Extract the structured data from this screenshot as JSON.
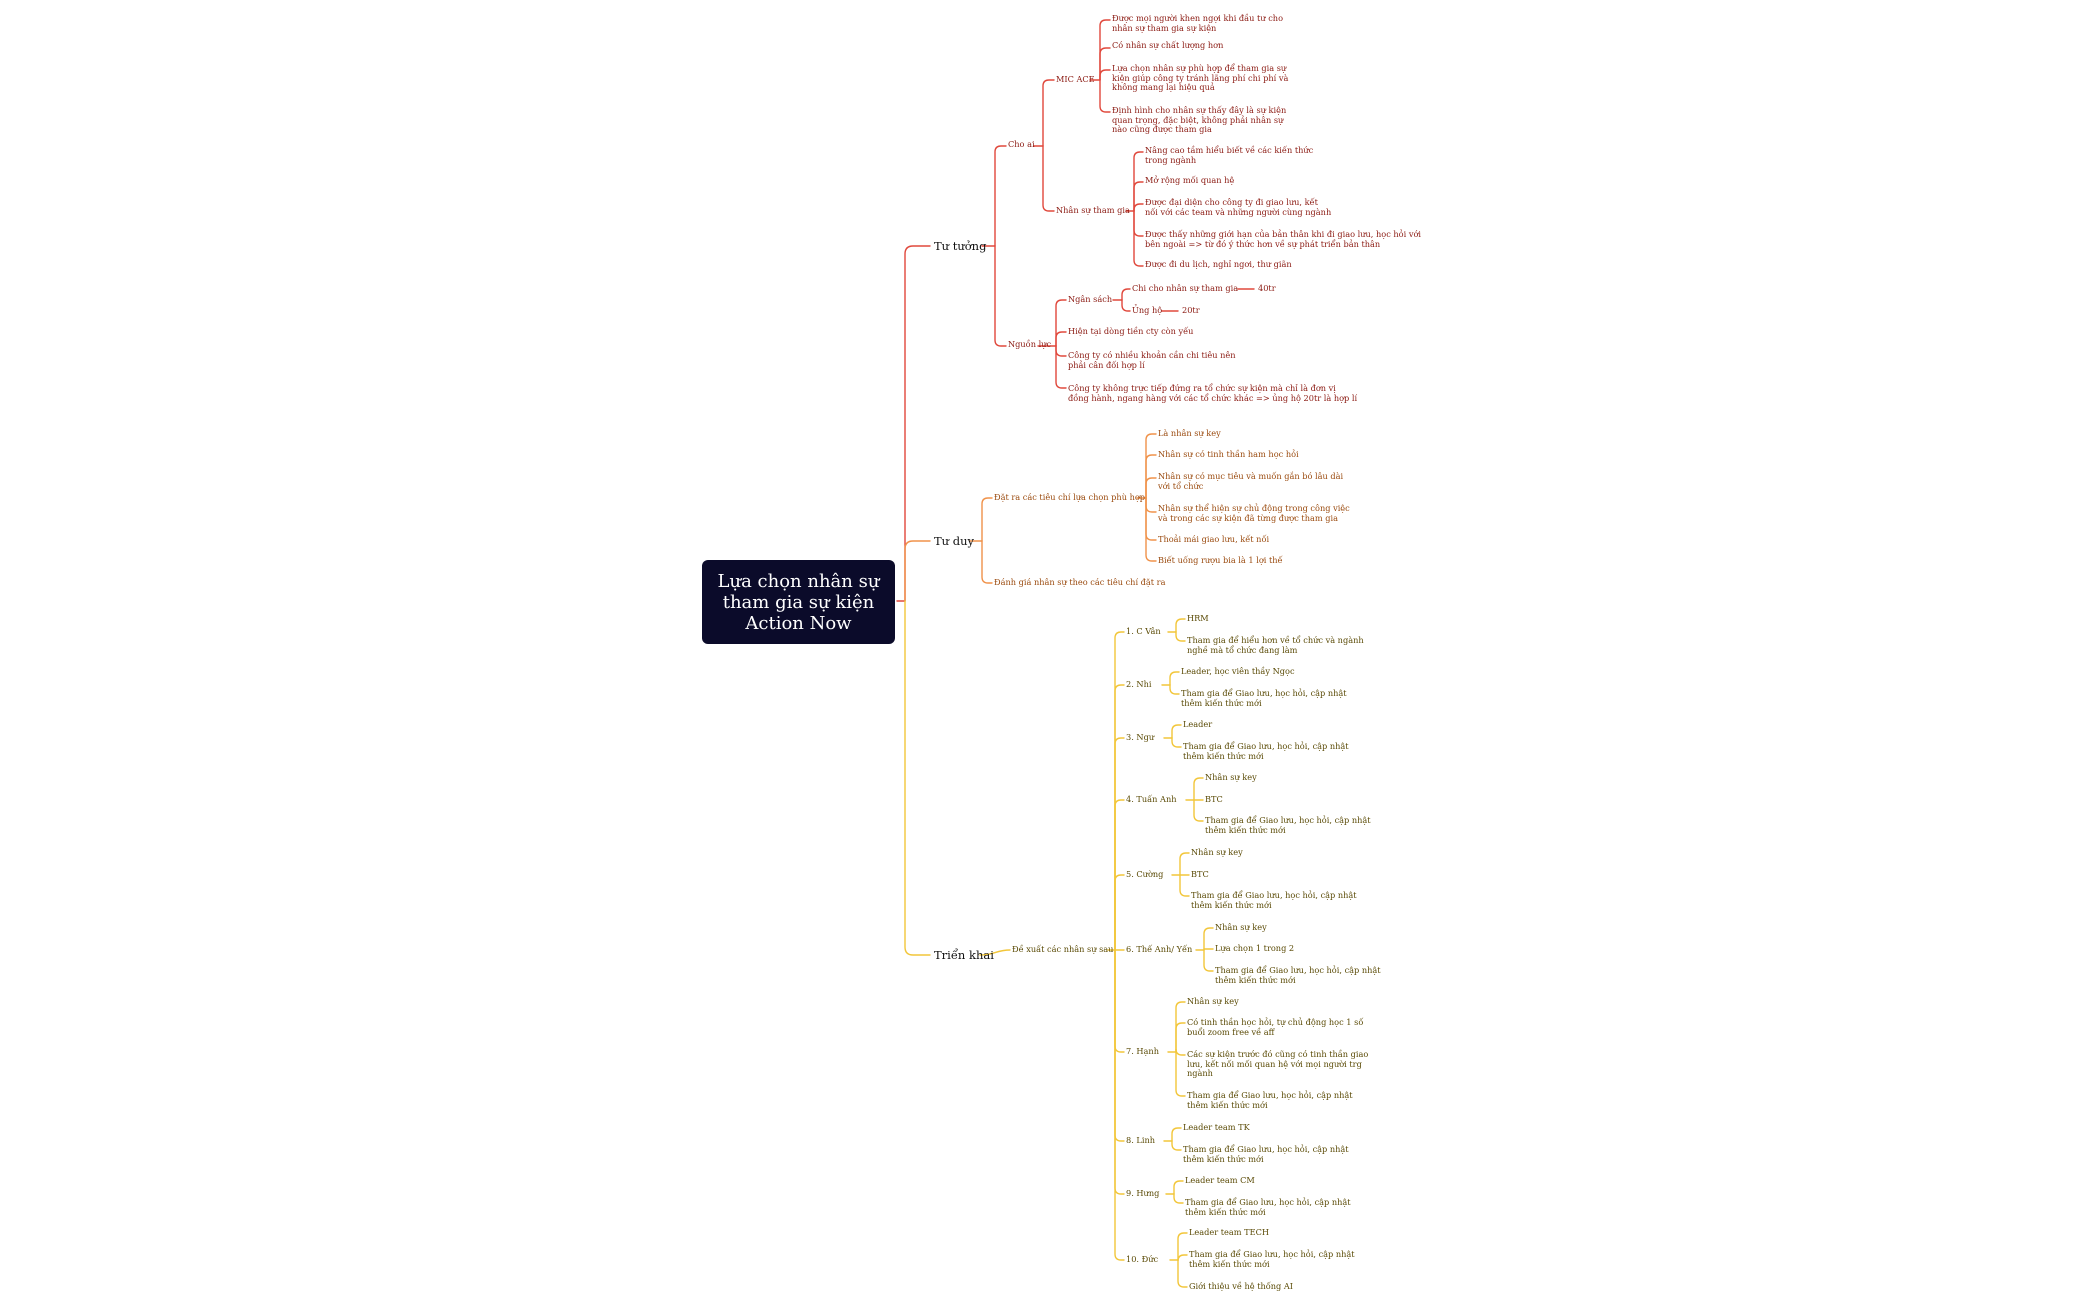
{
  "root": {
    "title": "Lựa chọn nhân sự\ntham gia sự kiện\nAction Now"
  },
  "colors": {
    "root_bg": "#0b0b2a",
    "branch_tu_tuong": "#e0483c",
    "branch_tu_duy": "#f0924a",
    "branch_trien_khai": "#f2c63a",
    "text_red": "#8b1a12",
    "text_orange": "#9a4a0e",
    "text_olive": "#5a4a05"
  },
  "branches": {
    "tu_tuong": {
      "label": "Tư tưởng",
      "cho_ai": {
        "label": "Cho ai",
        "mic_ace": {
          "label": "MIC ACE",
          "items": [
            "Được mọi người khen ngợi khi đầu tư cho\nnhân sự tham gia sự kiện",
            "Có nhân sự chất lượng hơn",
            "Lựa chọn nhân sự phù hợp để tham gia sự\nkiện giúp công ty tránh lãng phí chi phí và\nkhông mang lại hiệu quả",
            "Định hình cho nhân sự thấy đây là sự kiện\nquan trọng, đặc biệt, không phải nhân sự\nnào cũng được tham gia"
          ]
        },
        "nhan_su": {
          "label": "Nhân sự tham gia",
          "items": [
            "Nâng cao tầm hiểu biết về các kiến thức\ntrong ngành",
            "Mở rộng mối quan hệ",
            "Được đại diện cho công ty đi giao lưu, kết\nnối với các team và những người cùng ngành",
            "Được thấy những giới hạn của bản thân khi đi giao lưu, học hỏi với\nbên ngoài => từ đó ý thức hơn về sự phát triển bản thân",
            "Được đi du lịch, nghỉ ngơi, thư giãn"
          ]
        }
      },
      "nguon_luc": {
        "label": "Nguồn lực",
        "ngan_sach": {
          "label": "Ngân sách",
          "items": [
            {
              "label": "Chi cho nhân sự tham gia",
              "value": "40tr"
            },
            {
              "label": "Ủng hộ",
              "value": "20tr"
            }
          ]
        },
        "items": [
          "Hiện tại dòng tiền cty còn yếu",
          "Công ty có nhiều khoản cần chi tiêu nên\nphải cân đối hợp lí",
          "Công ty không trực tiếp đứng ra tổ chức sự kiện mà chỉ là đơn vị\nđồng hành, ngang hàng với các tổ chức khác => ủng hộ 20tr là hợp lí"
        ]
      }
    },
    "tu_duy": {
      "label": "Tư duy",
      "tieu_chi": {
        "label": "Đặt ra các tiêu chí lựa chọn phù hợp",
        "items": [
          "Là nhân sự key",
          "Nhân sự có tinh thần ham học hỏi",
          "Nhân sự có mục tiêu và muốn gắn bó lâu dài\nvới tổ chức",
          "Nhân sự thể hiện sự chủ động trong công việc\nvà trong các sự kiện đã từng được tham gia",
          "Thoải mái giao lưu, kết nối",
          "Biết uống rượu bia là 1 lợi thế"
        ]
      },
      "danh_gia": "Đánh giá nhân sự theo các tiêu chí đặt ra"
    },
    "trien_khai": {
      "label": "Triển khai",
      "de_xuat": "Đề xuất các nhân sự sau",
      "people": [
        {
          "name": "1. C Vân",
          "notes": [
            "HRM",
            "Tham gia để hiểu hơn về tổ chức và ngành\nnghề mà tổ chức đang làm"
          ]
        },
        {
          "name": "2. Nhi",
          "notes": [
            "Leader, học viên thầy Ngọc",
            "Tham gia để Giao lưu, học hỏi, cập nhật\nthêm kiến thức mới"
          ]
        },
        {
          "name": "3. Ngư",
          "notes": [
            "Leader",
            "Tham gia để Giao lưu, học hỏi, cập nhật\nthêm kiến thức mới"
          ]
        },
        {
          "name": "4. Tuấn Anh",
          "notes": [
            "Nhân sự key",
            "BTC",
            "Tham gia để Giao lưu, học hỏi, cập nhật\nthêm kiến thức mới"
          ]
        },
        {
          "name": "5. Cường",
          "notes": [
            "Nhân sự key",
            "BTC",
            "Tham gia để Giao lưu, học hỏi, cập nhật\nthêm kiến thức mới"
          ]
        },
        {
          "name": "6. Thế Anh/ Yến",
          "notes": [
            "Nhân sự key",
            "Lựa chọn 1 trong 2",
            "Tham gia để Giao lưu, học hỏi, cập nhật\nthêm kiến thức mới"
          ]
        },
        {
          "name": "7. Hạnh",
          "notes": [
            "Nhân sự key",
            "Có tinh thần học hỏi, tự chủ động học 1 số\nbuổi zoom free về aff",
            "Các sự kiện trước đó cũng có tinh thần giao\nlưu, kết nối mối quan hệ với mọi người trg\nngành",
            "Tham gia để Giao lưu, học hỏi, cập nhật\nthêm kiến thức mới"
          ]
        },
        {
          "name": "8. Linh",
          "notes": [
            "Leader team TK",
            "Tham gia để Giao lưu, học hỏi, cập nhật\nthêm kiến thức mới"
          ]
        },
        {
          "name": "9. Hưng",
          "notes": [
            "Leader team CM",
            "Tham gia để Giao lưu, học hỏi, cập nhật\nthêm kiến thức mới"
          ]
        },
        {
          "name": "10. Đức",
          "notes": [
            "Leader team TECH",
            "Tham gia để Giao lưu, học hỏi, cập nhật\nthêm kiến thức mới",
            "Giới thiệu về hệ thống AI"
          ]
        }
      ]
    }
  }
}
